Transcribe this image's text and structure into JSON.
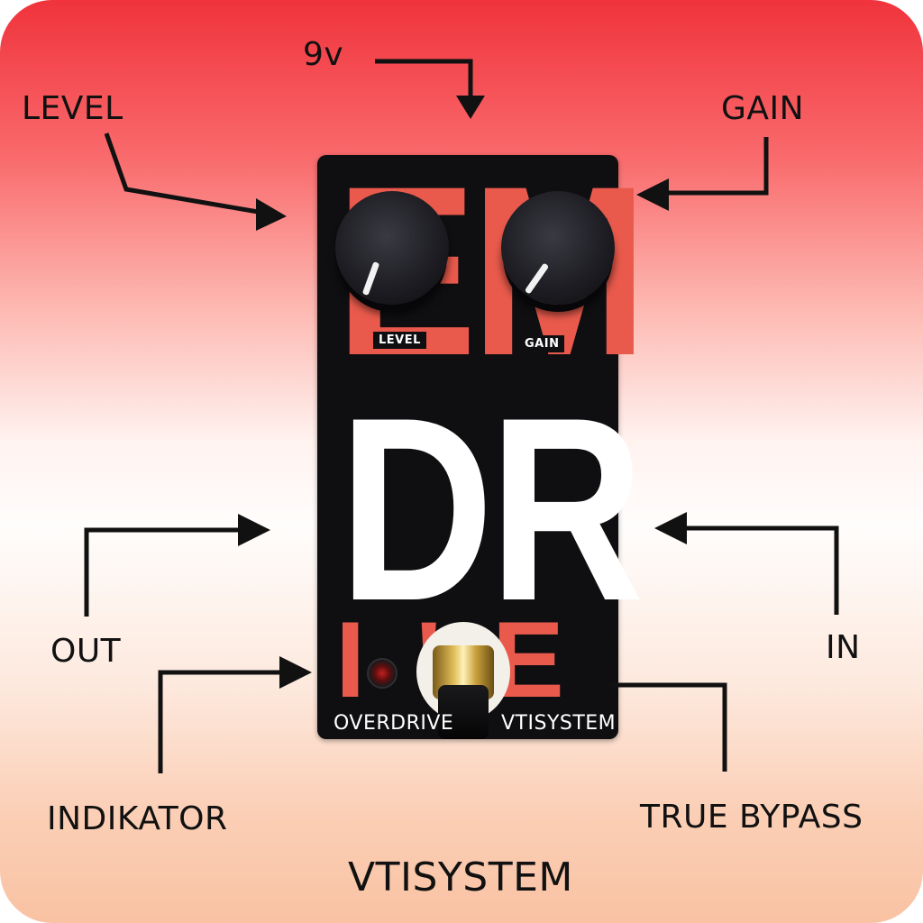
{
  "annotations": {
    "level": "LEVEL",
    "nine_volt": "9v",
    "gain": "GAIN",
    "out": "OUT",
    "in": "IN",
    "indikator": "INDIKATOR",
    "true_bypass": "TRUE BYPASS"
  },
  "footer": {
    "brand": "VTISYSTEM"
  },
  "pedal": {
    "background_letters_top": "EM",
    "background_letters_bottom": "I'E",
    "knob_level_label": "LEVEL",
    "knob_gain_label": "GAIN",
    "main_text": "DR",
    "type_label": "OVERDRIVE",
    "brand_label": "VTISYSTEM"
  },
  "icons": {
    "knob": "rotary-knob-icon",
    "led": "led-indicator-icon",
    "footswitch": "footswitch-icon"
  },
  "colors": {
    "top_background": "#f0333c",
    "bottom_background": "#f9c2a3",
    "pedal_body": "#0f0f12",
    "pedal_letters": "#e95a4c",
    "pedal_main_text": "#ffffff"
  }
}
